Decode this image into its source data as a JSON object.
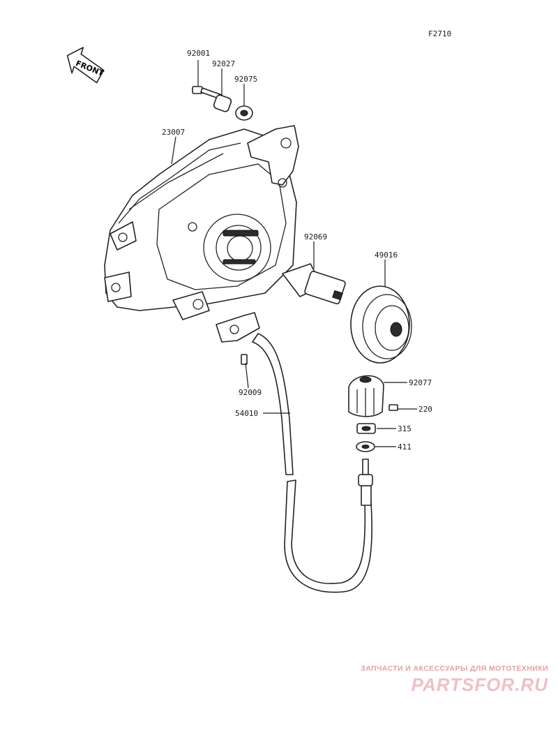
{
  "diagram_code": "F2710",
  "front_label": "FRONT",
  "callouts": {
    "p92001": "92001",
    "p92027": "92027",
    "p92075": "92075",
    "p23007": "23007",
    "p92069": "92069",
    "p49016": "49016",
    "p92009": "92009",
    "p54010": "54010",
    "p92077": "92077",
    "p220": "220",
    "p315": "315",
    "p411": "411"
  },
  "watermark": {
    "tagline": "ЗАПЧАСТИ И АКСЕССУАРЫ ДЛЯ МОТОТЕХНИКИ",
    "logo": "PARTSFOR.RU"
  },
  "colors": {
    "ink": "#1a1a1a",
    "watermark": "#e3a0a6"
  }
}
